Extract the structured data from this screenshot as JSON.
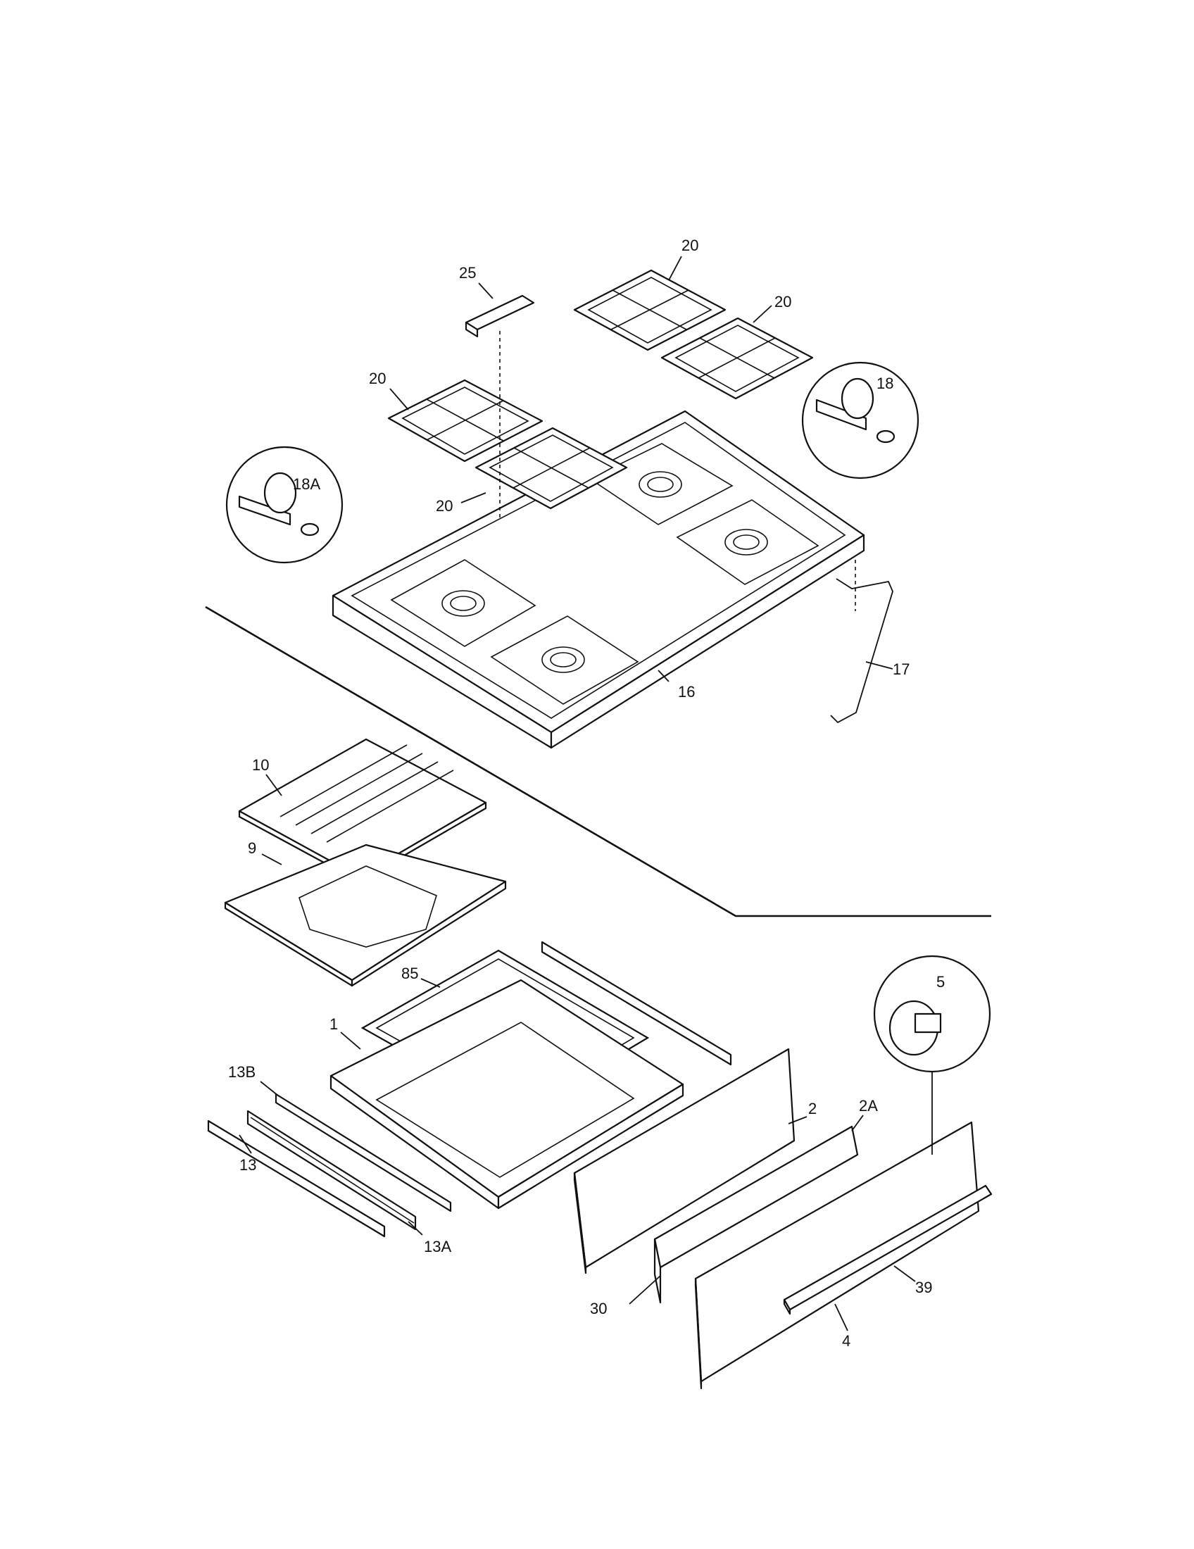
{
  "callouts": {
    "c20a": "20",
    "c20b": "20",
    "c20c": "20",
    "c20d": "20",
    "c25": "25",
    "c18": "18",
    "c18a": "18A",
    "c16": "16",
    "c17": "17",
    "c10": "10",
    "c9": "9",
    "c85": "85",
    "c1": "1",
    "c13b": "13B",
    "c13": "13",
    "c13a": "13A",
    "c5": "5",
    "c2": "2",
    "c2a": "2A",
    "c30": "30",
    "c39": "39",
    "c4": "4"
  }
}
